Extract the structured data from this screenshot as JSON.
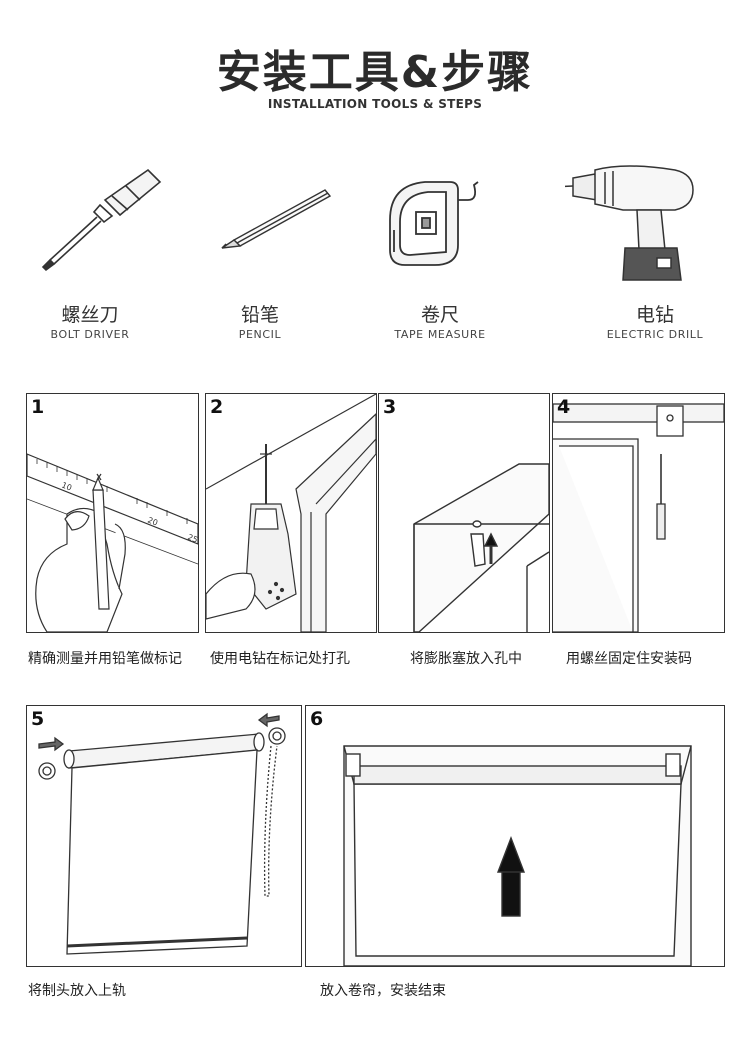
{
  "header": {
    "title": "安装工具&步骤",
    "subtitle": "INSTALLATION TOOLS & STEPS"
  },
  "tools": [
    {
      "cn": "螺丝刀",
      "en": "BOLT DRIVER",
      "icon": "screwdriver-icon"
    },
    {
      "cn": "铅笔",
      "en": "PENCIL",
      "icon": "pencil-icon"
    },
    {
      "cn": "卷尺",
      "en": "TAPE MEASURE",
      "icon": "tape-measure-icon"
    },
    {
      "cn": "电钻",
      "en": "ELECTRIC DRILL",
      "icon": "electric-drill-icon"
    }
  ],
  "steps": [
    {
      "num": "1",
      "caption": "精确测量并用铅笔做标记"
    },
    {
      "num": "2",
      "caption": "使用电钻在标记处打孔"
    },
    {
      "num": "3",
      "caption": "将膨胀塞放入孔中"
    },
    {
      "num": "4",
      "caption": "用螺丝固定住安装码"
    },
    {
      "num": "5",
      "caption": "将制头放入上轨"
    },
    {
      "num": "6",
      "caption": "放入卷帘，安装结束"
    }
  ],
  "ruler_marks": [
    "10",
    "20",
    "25"
  ]
}
